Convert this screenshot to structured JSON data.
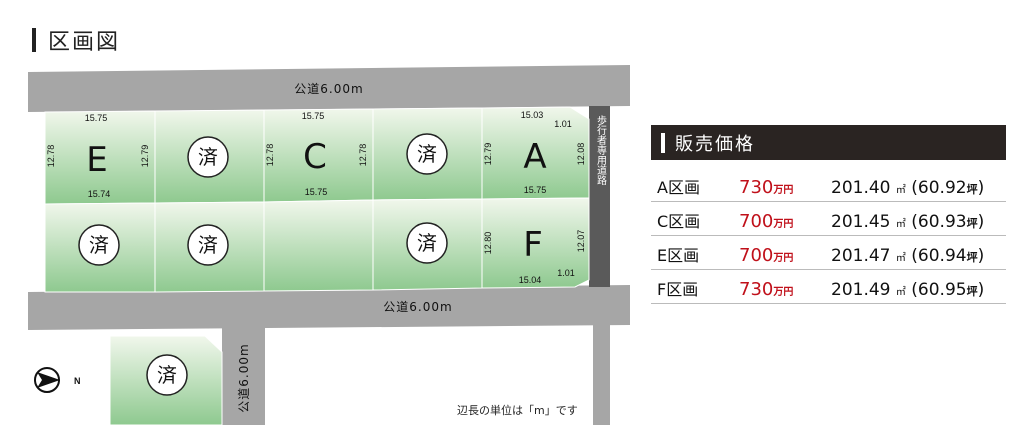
{
  "title": "区画図",
  "roads": {
    "top": "公道6.00m",
    "middle": "公道6.00m",
    "vertical": "公道6.00m",
    "pedestrian": "歩行者専用道路"
  },
  "lots": {
    "E": {
      "letter": "E",
      "top": "15.75",
      "bottom": "15.74",
      "left": "12.78",
      "right": "12.79"
    },
    "C": {
      "letter": "C",
      "top": "15.75",
      "bottom": "15.75",
      "left": "12.78",
      "right": "12.78"
    },
    "A": {
      "letter": "A",
      "top": "15.03",
      "bottom": "15.75",
      "left": "12.79",
      "right": "12.08",
      "corner": "1.01"
    },
    "F": {
      "letter": "F",
      "bottom": "15.04",
      "left": "12.80",
      "right": "12.07",
      "corner": "1.01"
    }
  },
  "sold_label": "済",
  "note": "辺長の単位は「m」です",
  "compass": "N",
  "price_table": {
    "title": "販売価格",
    "rows": [
      {
        "lot": "A区画",
        "price": "730",
        "price_unit": "万円",
        "area": "201.40",
        "area_unit": "㎡",
        "tsubo": "(60.92",
        "tsubo_unit": "坪",
        "close": ")"
      },
      {
        "lot": "C区画",
        "price": "700",
        "price_unit": "万円",
        "area": "201.45",
        "area_unit": "㎡",
        "tsubo": "(60.93",
        "tsubo_unit": "坪",
        "close": ")"
      },
      {
        "lot": "E区画",
        "price": "700",
        "price_unit": "万円",
        "area": "201.47",
        "area_unit": "㎡",
        "tsubo": "(60.94",
        "tsubo_unit": "坪",
        "close": ")"
      },
      {
        "lot": "F区画",
        "price": "730",
        "price_unit": "万円",
        "area": "201.49",
        "area_unit": "㎡",
        "tsubo": "(60.95",
        "tsubo_unit": "坪",
        "close": ")"
      }
    ]
  },
  "colors": {
    "road": "#a6a6a6",
    "lot_top": "#eef5e8",
    "lot_bottom": "#8dc98e",
    "price_red": "#c0101a",
    "header_bg": "#2a2422"
  }
}
